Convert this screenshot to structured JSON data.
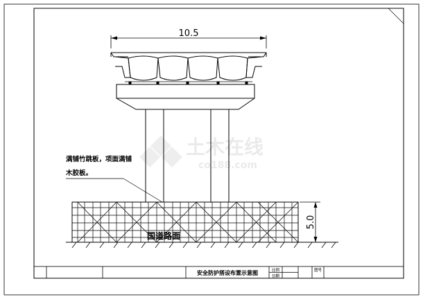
{
  "drawing": {
    "span_dimension": "10.5",
    "height_dimension": "5.0",
    "annotation_line1": "满铺竹跳板，项面满铺",
    "annotation_line2": "木胶板。",
    "road_label": "国道路面",
    "watermark_text": "土木在线",
    "watermark_url": "co188.com"
  },
  "title_block": {
    "drawing_title": "安全防护搭设布置示意图",
    "scale_label": "比例",
    "date_label": "日期",
    "sheet_label": "图号"
  }
}
